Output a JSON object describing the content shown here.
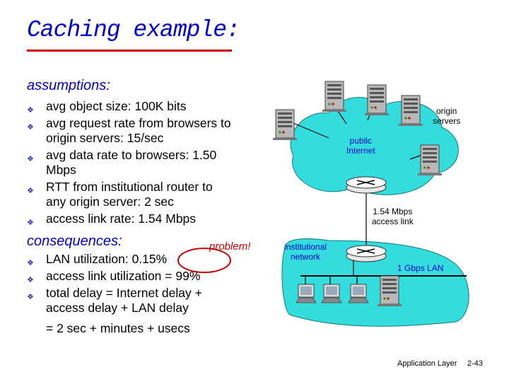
{
  "title": "Caching example:",
  "assumptions": {
    "heading": "assumptions:",
    "items": [
      [
        "avg object size: 100K bits"
      ],
      [
        "avg request rate from browsers to",
        "origin servers: 15/sec"
      ],
      [
        "avg data rate to browsers: 1.50",
        "Mbps"
      ],
      [
        "RTT from institutional router to",
        "any origin server: 2 sec"
      ],
      [
        "access link rate: 1.54 Mbps"
      ]
    ]
  },
  "consequences": {
    "heading": "consequences:",
    "problem_label": "problem!",
    "items": [
      [
        "LAN utilization: 0.15%"
      ],
      [
        "access link utilization = 99%"
      ],
      [
        "total delay  = Internet delay +",
        "access delay + LAN delay"
      ]
    ],
    "total_line": "= 2 sec + minutes + usecs"
  },
  "diagram": {
    "origin_servers": [
      "origin",
      "servers"
    ],
    "public_internet": [
      "public",
      "Internet"
    ],
    "access_link": [
      "1.54 Mbps",
      "access link"
    ],
    "institutional_network": [
      "institutional",
      "network"
    ],
    "lan_label": "1 Gbps LAN",
    "colors": {
      "cloud": "#33dddd",
      "label": "#0000cc",
      "problem": "#cc0000",
      "title": "#0000cc"
    }
  },
  "footer": {
    "course": "Application Layer",
    "page": "2-43"
  }
}
